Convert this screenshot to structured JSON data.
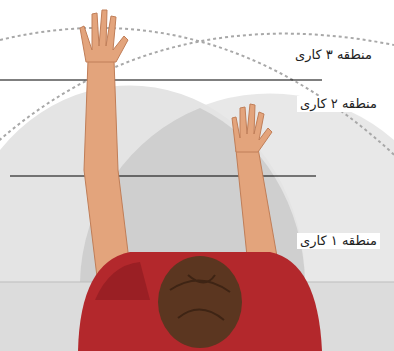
{
  "diagram": {
    "labels": [
      "منطقه ۳ کاری",
      "منطقه ۲ کاری",
      "منطقه ۱ کاری"
    ]
  }
}
